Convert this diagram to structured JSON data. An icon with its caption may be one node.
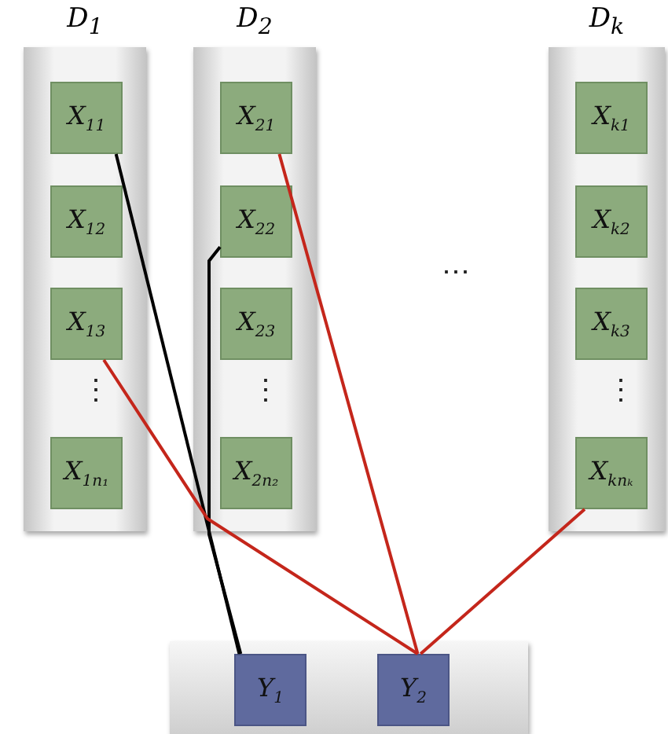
{
  "diagram": {
    "nodes": [
      {
        "text": [
          "D$_{1}$"
        ]
      },
      {
        "text": [
          "X$_{11}$"
        ],
        "in": 0
      },
      {
        "text": [
          "X$_{12}$"
        ],
        "in": 0
      },
      {
        "text": [
          "X$_{13}$"
        ],
        "in": 0
      },
      {
        "text": [
          "X$_{1n₁}$"
        ],
        "in": 0
      },
      {
        "text": [
          "D$_{2}$"
        ]
      },
      {
        "text": [
          "X$_{21}$"
        ],
        "in": 5
      },
      {
        "text": [
          "X$_{22}$"
        ],
        "in": 5
      },
      {
        "text": [
          "X$_{23}$"
        ],
        "in": 5
      },
      {
        "text": [
          "X$_{2n₂}$"
        ],
        "in": 5
      },
      {
        "text": [
          "D$_{k}$"
        ]
      },
      {
        "text": [
          "X$_{k1}$"
        ],
        "in": 10
      },
      {
        "text": [
          "X$_{k2}$"
        ],
        "in": 10
      },
      {
        "text": [
          "X$_{k3}$"
        ],
        "in": 10
      },
      {
        "text": [
          "X$_{knₖ}$"
        ],
        "in": 10
      },
      {
        "text": [],
        "shape": "box"
      },
      {
        "text": [
          "Y$_{1}$"
        ],
        "in": 15
      },
      {
        "text": [
          "Y$_{2}$"
        ],
        "in": 15
      }
    ],
    "edges": [
      {
        "from": 1,
        "to": 16,
        "arrow": "none",
        "color": "#000000"
      },
      {
        "from": 7,
        "to": 16,
        "arrow": "none",
        "color": "#000000"
      },
      {
        "from": 6,
        "to": 17,
        "arrow": "none"
      },
      {
        "from": 3,
        "to": 17,
        "arrow": "none"
      },
      {
        "from": 14,
        "to": 17,
        "arrow": "none"
      }
    ],
    "labels": [
      "⋯",
      "⋮",
      "⋮",
      "⋮"
    ]
  }
}
